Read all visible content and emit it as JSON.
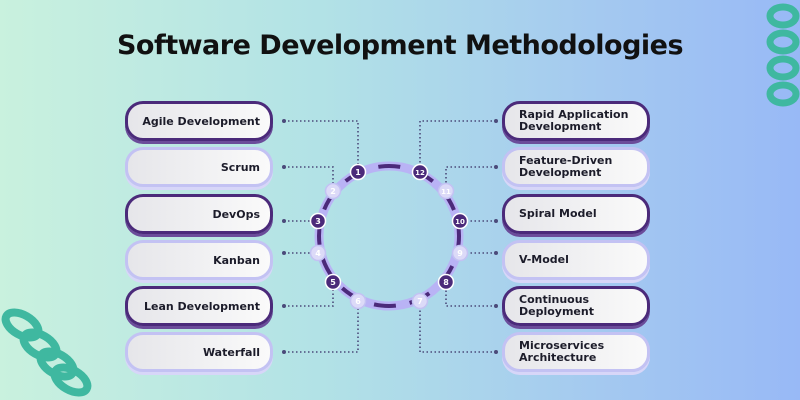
{
  "title": "Software Development Methodologies",
  "left_items": [
    {
      "number": "1",
      "label": "Agile Development",
      "style": "dark"
    },
    {
      "number": "2",
      "label": "Scrum",
      "style": "light"
    },
    {
      "number": "3",
      "label": "DevOps",
      "style": "dark"
    },
    {
      "number": "4",
      "label": "Kanban",
      "style": "light"
    },
    {
      "number": "5",
      "label": "Lean Development",
      "style": "dark"
    },
    {
      "number": "6",
      "label": "Waterfall",
      "style": "light"
    }
  ],
  "right_items": [
    {
      "number": "12",
      "label": "Rapid Application Development",
      "style": "dark"
    },
    {
      "number": "11",
      "label": "Feature-Driven Development",
      "style": "light"
    },
    {
      "number": "10",
      "label": "Spiral Model",
      "style": "dark"
    },
    {
      "number": "9",
      "label": "V-Model",
      "style": "light"
    },
    {
      "number": "8",
      "label": "Continuous Deployment",
      "style": "dark"
    },
    {
      "number": "7",
      "label": "Microservices Architecture",
      "style": "light"
    }
  ],
  "colors": {
    "dark": "#4b2a7a",
    "light": "#c3c2f3",
    "ring": "#b9b3f5"
  }
}
